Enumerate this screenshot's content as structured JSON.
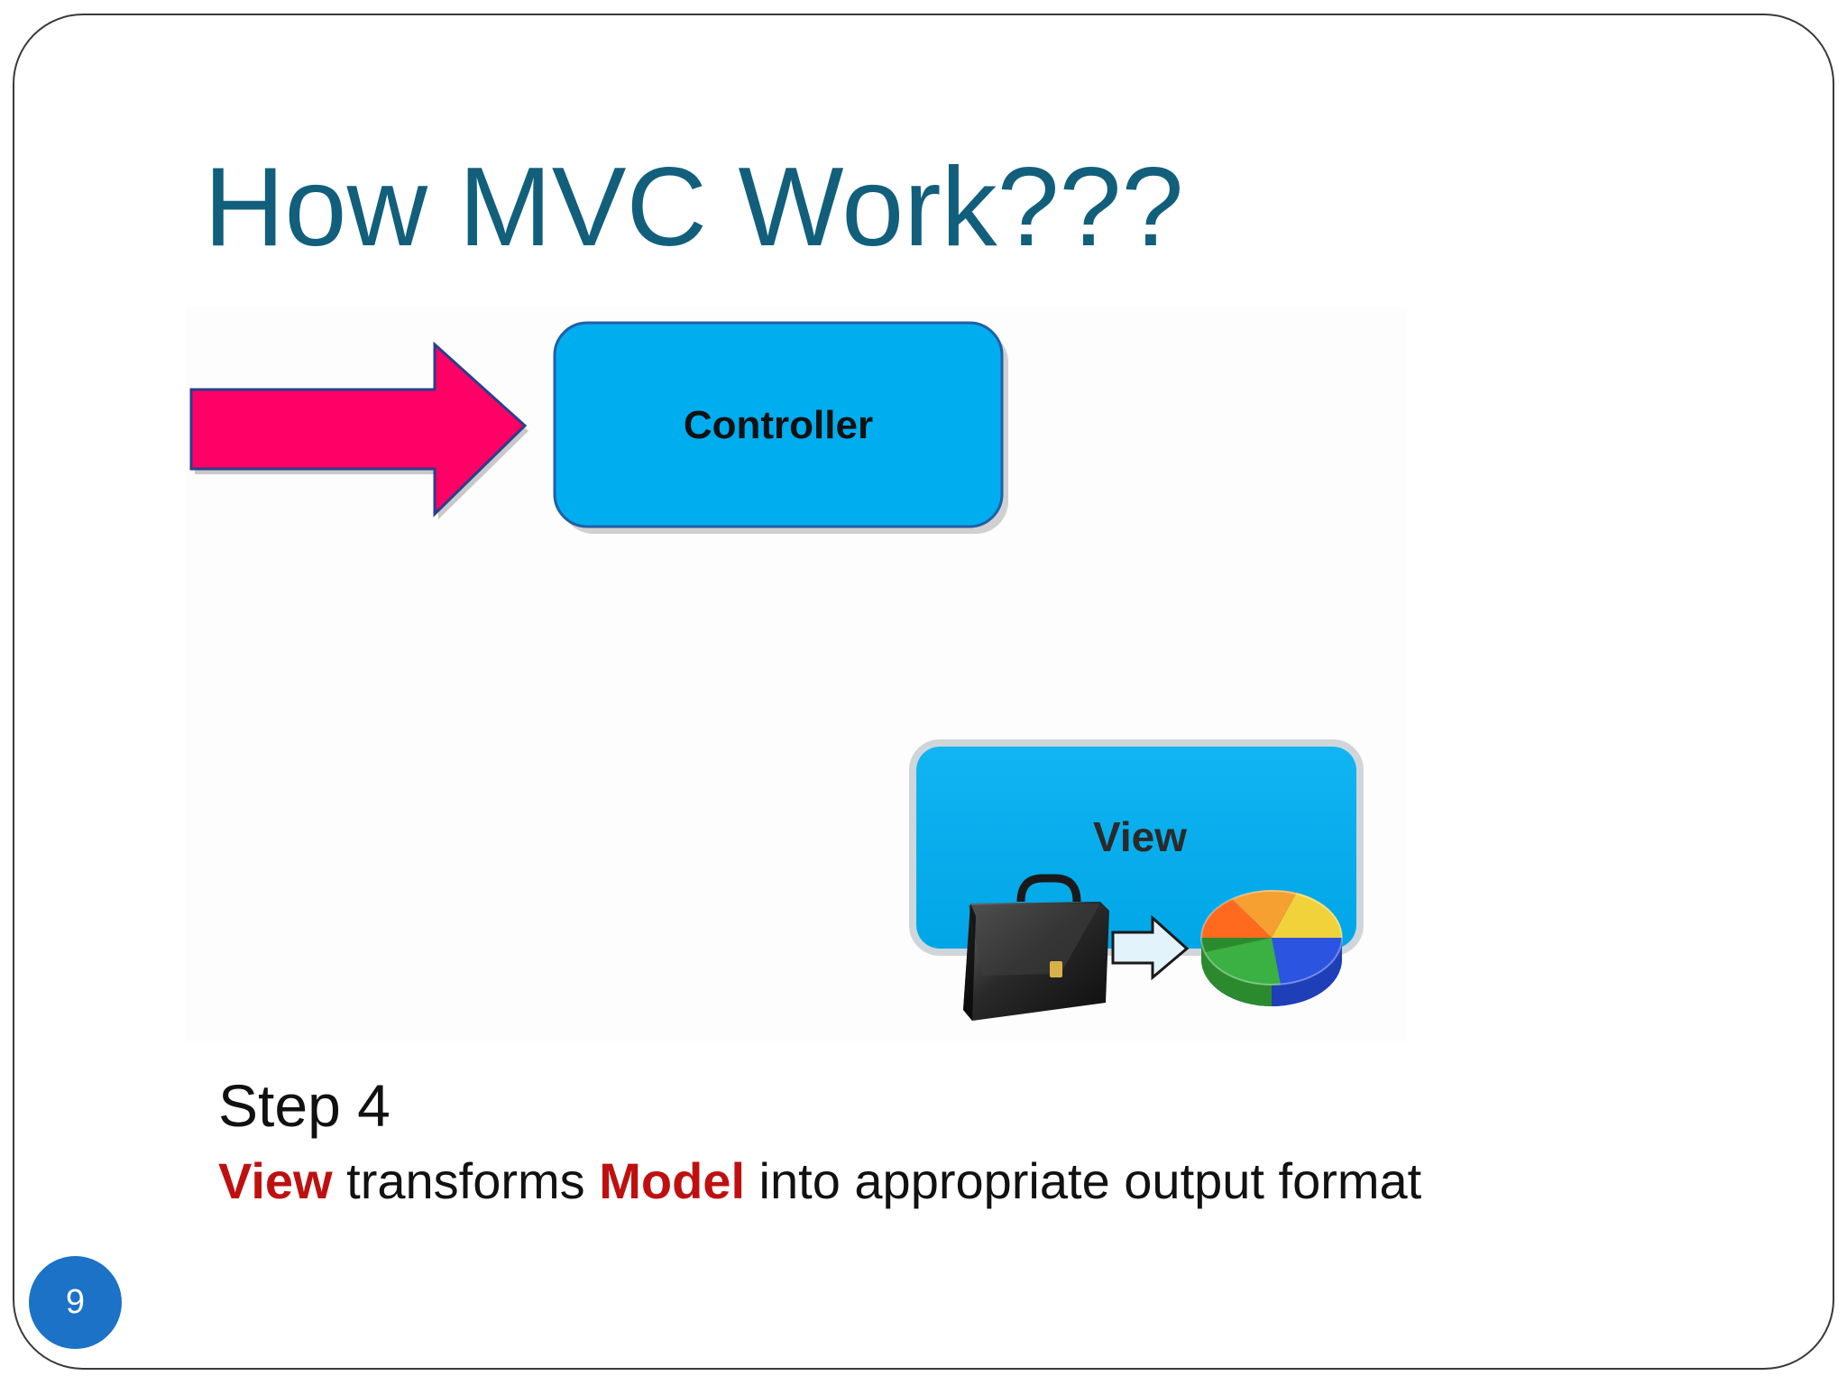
{
  "slide": {
    "title": "How MVC Work???",
    "page_number": "9"
  },
  "diagram": {
    "controller_label": "Controller",
    "view_label": "View",
    "icons": {
      "input_arrow": "pink-arrow-icon",
      "model": "briefcase-icon",
      "transform": "light-blue-arrow-icon",
      "output": "pie-chart-icon"
    },
    "colors": {
      "box_fill": "#00adef",
      "box_border": "#1f5fa8",
      "arrow_fill": "#ff0066",
      "arrow_border": "#27408b"
    }
  },
  "step": {
    "heading": "Step 4",
    "keyword_view": "View",
    "text_1": " transforms ",
    "keyword_model": "Model",
    "text_2": " into appropriate output format",
    "keyword_color": "#bf1010"
  }
}
